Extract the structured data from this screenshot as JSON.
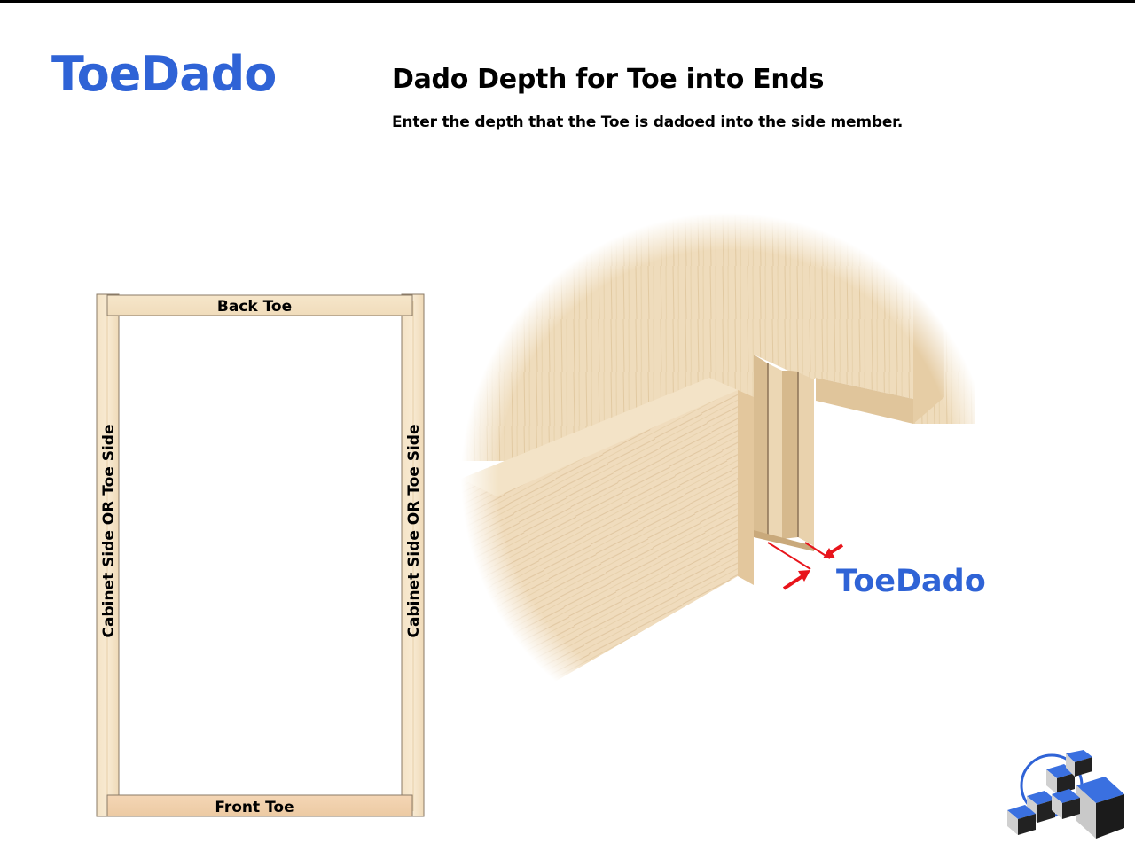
{
  "header": {
    "brand_title": "ToeDado",
    "heading": "Dado Depth for Toe into Ends",
    "subtitle": "Enter the depth that the Toe is dadoed into the side member."
  },
  "plan_view": {
    "back_toe_label": "Back Toe",
    "front_toe_label": "Front Toe",
    "left_side_label": "Cabinet Side OR Toe Side",
    "right_side_label": "Cabinet Side OR Toe Side"
  },
  "detail_view": {
    "dimension_label": "ToeDado"
  },
  "colors": {
    "brand_blue": "#2f63d6",
    "wood_light": "#f1dcb8",
    "wood_mid": "#e8cfa7",
    "toe_board": "#f2d3b0",
    "arrow_red": "#e8141b"
  },
  "icons": {
    "company_logo": "blue-cubes-logo-icon"
  }
}
